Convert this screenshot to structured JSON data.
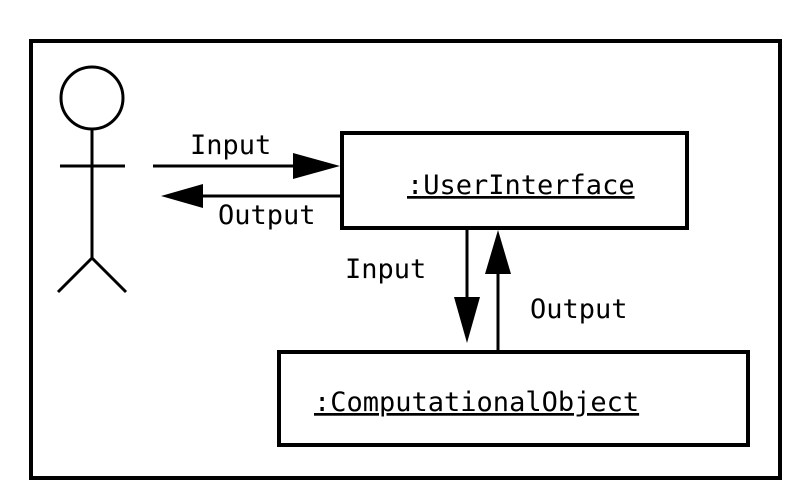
{
  "diagram": {
    "actor_to_ui_label": "Input",
    "ui_to_actor_label": "Output",
    "ui_to_comp_label": "Input",
    "comp_to_ui_label": "Output",
    "user_interface_label": ":UserInterface",
    "computational_object_label": ":ComputationalObject"
  },
  "colors": {
    "stroke": "#000000",
    "background": "#ffffff"
  }
}
